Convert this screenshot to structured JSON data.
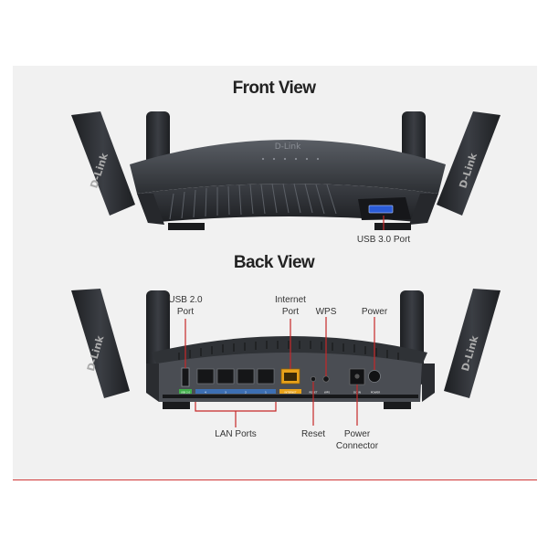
{
  "headings": {
    "front": "Front View",
    "back": "Back View"
  },
  "brand": {
    "logo_text": "D-Link"
  },
  "callouts": {
    "usb3": "USB 3.0 Port",
    "usb2": [
      "USB 2.0",
      "Port"
    ],
    "internet": [
      "Internet",
      "Port"
    ],
    "wps": "WPS",
    "power": "Power",
    "lan": "LAN Ports",
    "reset": "Reset",
    "power_connector": [
      "Power",
      "Connector"
    ]
  },
  "port_strip": {
    "usb": "USB 2.0",
    "lan_numbers": [
      "4",
      "3",
      "2",
      "1"
    ],
    "internet": "INTERNET",
    "reset": "RESET",
    "wps": "WPS",
    "dc": "DC IN",
    "power": "POWER"
  },
  "colors": {
    "accent_line": "#d23a3a",
    "callout_line": "#c62828",
    "router_body": "#3a3d42",
    "usb3_port": "#2a5bd7",
    "lan_strip": "#3d6fb3",
    "usb_strip": "#3fae49",
    "internet_port": "#e8a21a"
  }
}
